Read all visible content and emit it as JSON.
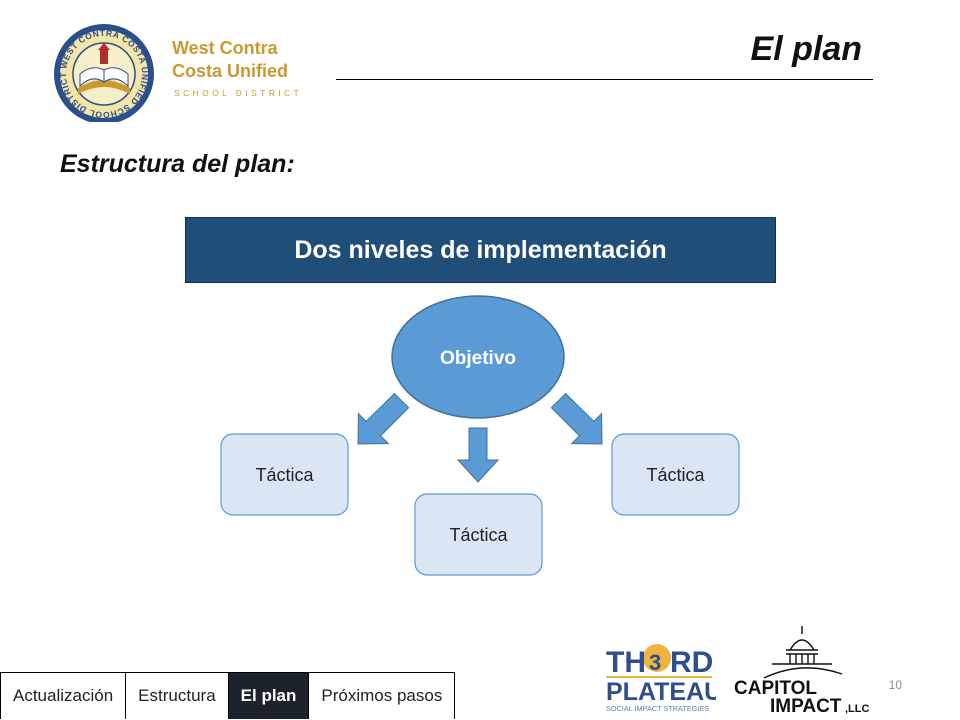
{
  "header": {
    "title": "El plan",
    "district_logo": {
      "seal_text": "WEST CONTRA COSTA UNIFIED SCHOOL DISTRICT",
      "line1": "West Contra",
      "line2": "Costa Unified",
      "line3": "SCHOOL DISTRICT"
    }
  },
  "section_heading": "Estructura del plan:",
  "diagram": {
    "banner": "Dos niveles de implementación",
    "center": "Objetivo",
    "tactics": [
      "Táctica",
      "Táctica",
      "Táctica"
    ]
  },
  "nav": {
    "tabs": [
      {
        "label": "Actualización",
        "active": false
      },
      {
        "label": "Estructura",
        "active": false
      },
      {
        "label": "El plan",
        "active": true
      },
      {
        "label": "Próximos pasos",
        "active": false
      }
    ]
  },
  "page_number": "10",
  "footer_logos": {
    "third_plateau": {
      "line1a": "TH",
      "digit": "3",
      "line1b": "RD",
      "line2": "PLATEAU",
      "tagline": "SOCIAL IMPACT STRATEGIES"
    },
    "capitol_impact": {
      "line1": "CAPITOL",
      "line2": "IMPACT",
      "suffix": ",LLC"
    }
  },
  "colors": {
    "banner": "#1f4e79",
    "ellipse": "#5b9bd5",
    "tactic_fill": "#dbe6f4",
    "arrow": "#5b9bd5",
    "active_tab": "#1c232c",
    "logo_gold": "#c99a2e",
    "logo_blue": "#2e4e8f"
  }
}
